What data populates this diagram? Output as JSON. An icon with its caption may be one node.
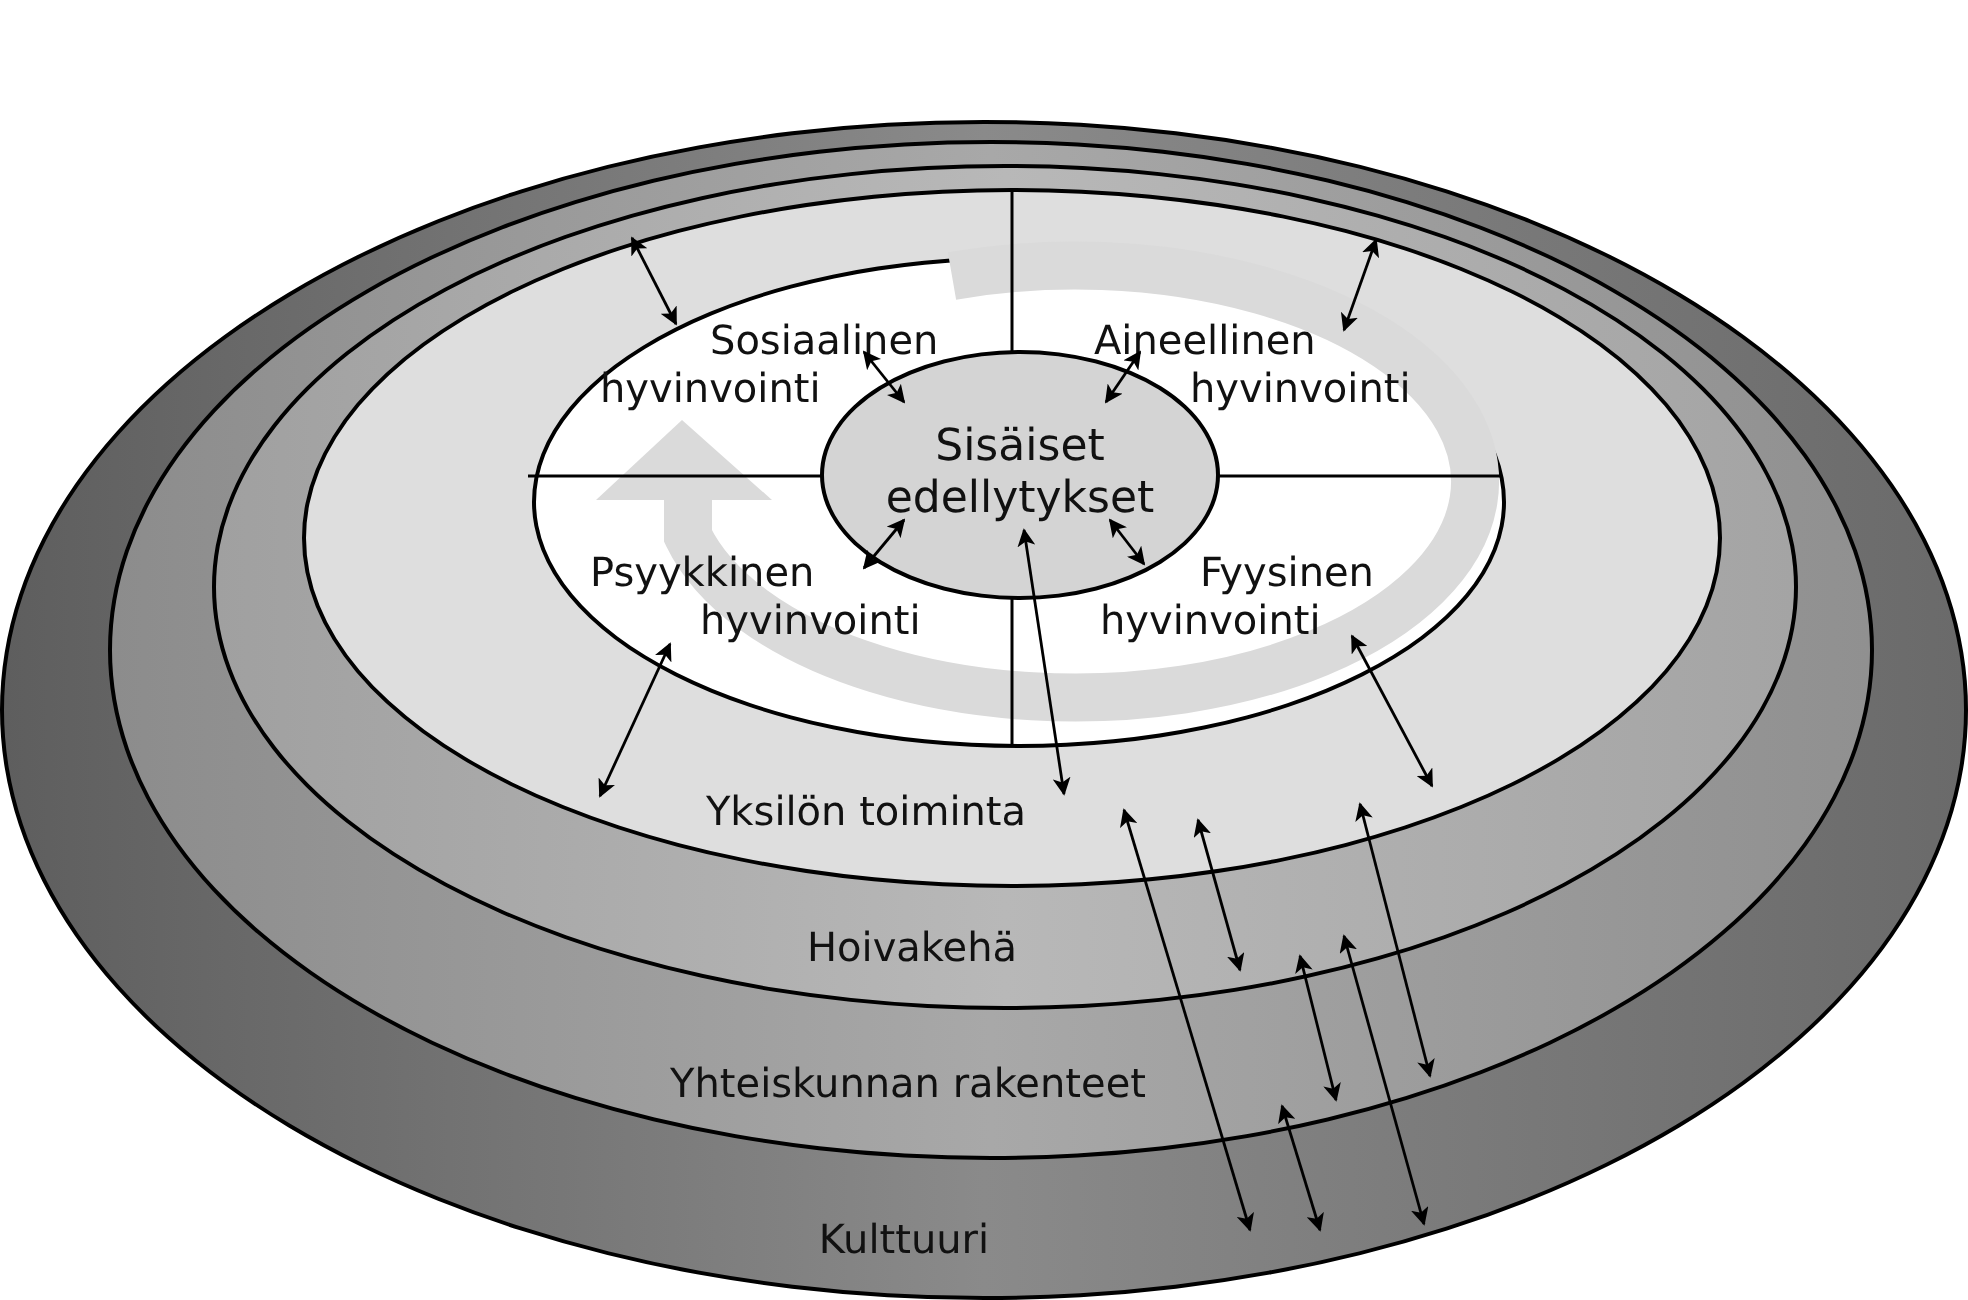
{
  "diagram": {
    "nodes": [
      {
        "text": [
          "Kulttuuri"
        ]
      },
      {
        "text": [
          "Yhteiskunnan rakenteet"
        ],
        "in": 0
      },
      {
        "text": [
          "Hoivakehä"
        ],
        "in": 1
      },
      {
        "text": [
          "Yksilön toiminta"
        ],
        "in": 2
      },
      {
        "text": [],
        "shape": "ellipse",
        "in": 3
      },
      {
        "text": [
          "Sosiaalinen hyvinvointi"
        ],
        "in": 4
      },
      {
        "text": [
          "Aineellinen hyvinvointi"
        ],
        "in": 4
      },
      {
        "text": [
          "Psyykkinen hyvinvointi"
        ],
        "in": 4
      },
      {
        "text": [
          "Fyysinen hyvinvointi"
        ],
        "in": 4
      },
      {
        "text": [
          "Sisäiset edellytykset"
        ],
        "in": 4
      }
    ],
    "edges": [
      {
        "from": 5,
        "to": 3,
        "arrow": "both"
      },
      {
        "from": 6,
        "to": 3,
        "arrow": "both"
      },
      {
        "from": 7,
        "to": 3,
        "arrow": "both"
      },
      {
        "from": 8,
        "to": 3,
        "arrow": "both"
      },
      {
        "from": 5,
        "to": 9,
        "arrow": "both"
      },
      {
        "from": 6,
        "to": 9,
        "arrow": "both"
      },
      {
        "from": 7,
        "to": 9,
        "arrow": "both"
      },
      {
        "from": 8,
        "to": 9,
        "arrow": "both"
      },
      {
        "from": 9,
        "to": 3,
        "arrow": "both"
      },
      {
        "from": 3,
        "to": 2,
        "arrow": "both"
      },
      {
        "from": 3,
        "to": 1,
        "arrow": "both"
      },
      {
        "from": 3,
        "to": 0,
        "arrow": "both"
      },
      {
        "from": 2,
        "to": 1,
        "arrow": "both"
      },
      {
        "from": 2,
        "to": 0,
        "arrow": "both"
      },
      {
        "from": 1,
        "to": 0,
        "arrow": "both"
      }
    ]
  }
}
